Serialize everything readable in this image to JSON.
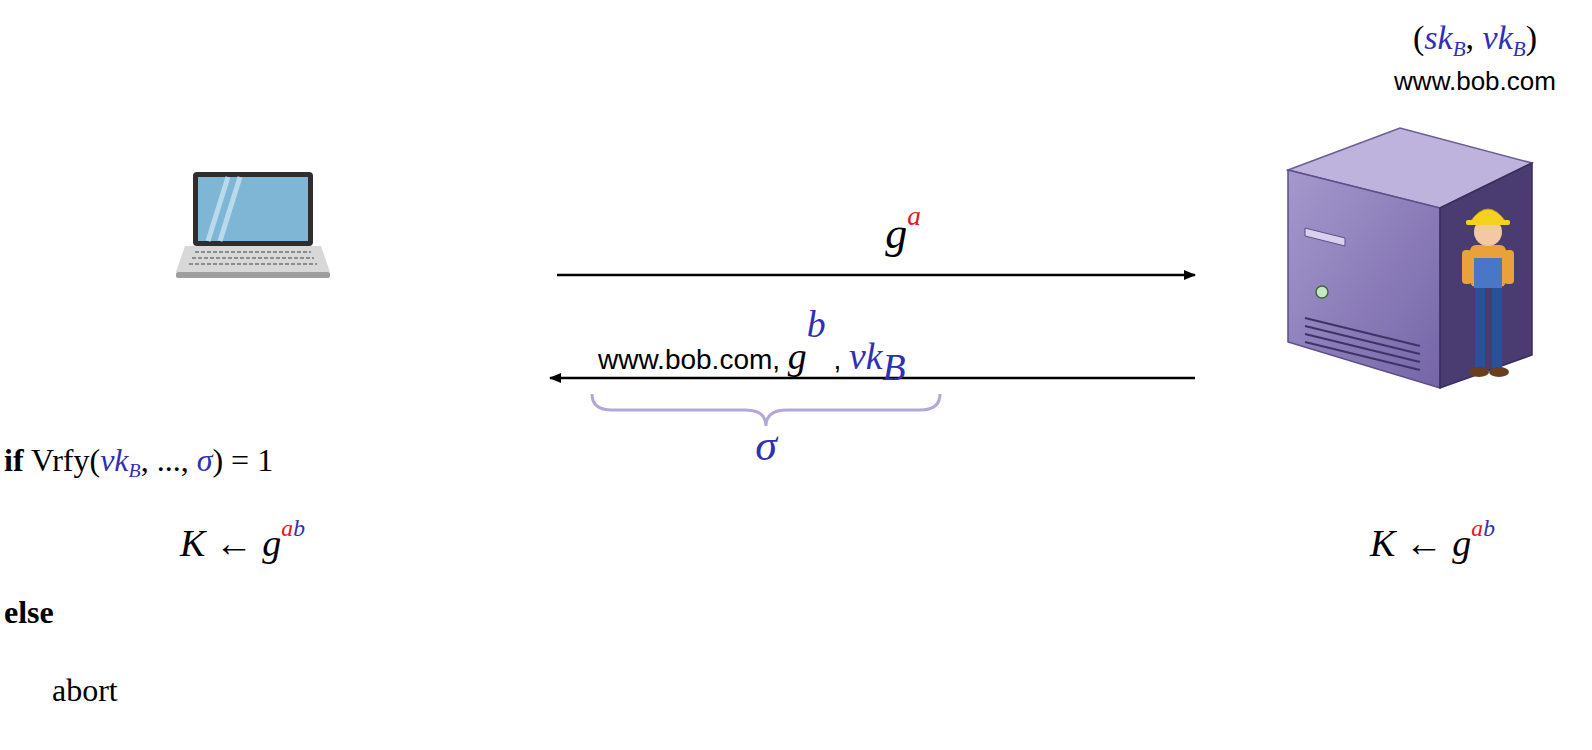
{
  "diagram": {
    "labels": [
      "(skB, vkB)",
      "www.bob.com",
      "ga",
      "www.bob.com, gb , vkB",
      "σ",
      "if Vrfy(vkB, ..., σ) = 1",
      "K ← gab",
      "else",
      "abort",
      "K ← gab"
    ]
  }
}
